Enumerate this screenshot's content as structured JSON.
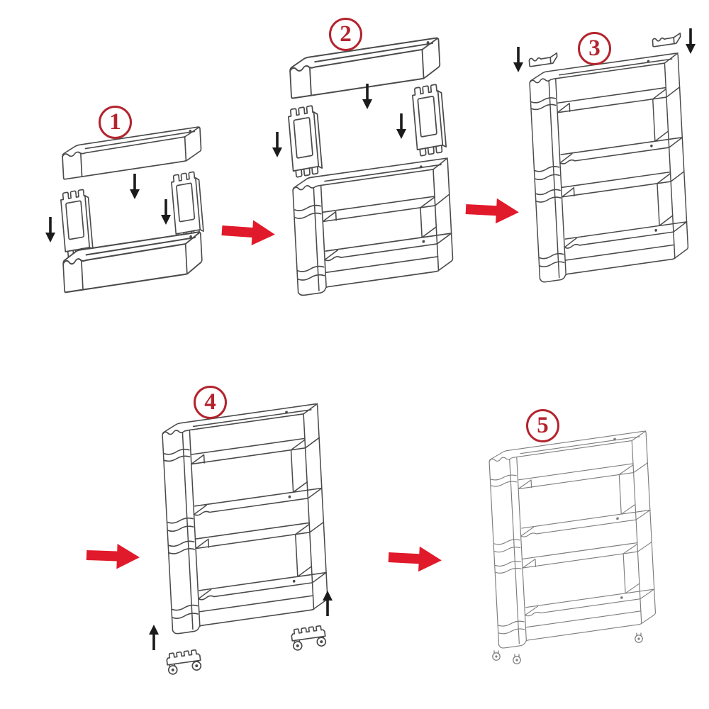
{
  "steps": [
    {
      "number": "1"
    },
    {
      "number": "2"
    },
    {
      "number": "3"
    },
    {
      "number": "4"
    },
    {
      "number": "5"
    }
  ],
  "step_connector_icon": "red-arrow-right",
  "part_insert_icon_down": "black-arrow-down",
  "part_insert_icon_up": "black-arrow-up",
  "colors": {
    "step_number_red": "#b3242e",
    "arrow_red": "#e11a2b",
    "line_color": "#4a4a4a",
    "line_color_final": "#7d7d7d",
    "arrow_black": "#1b1b1b",
    "background": "#ffffff"
  }
}
